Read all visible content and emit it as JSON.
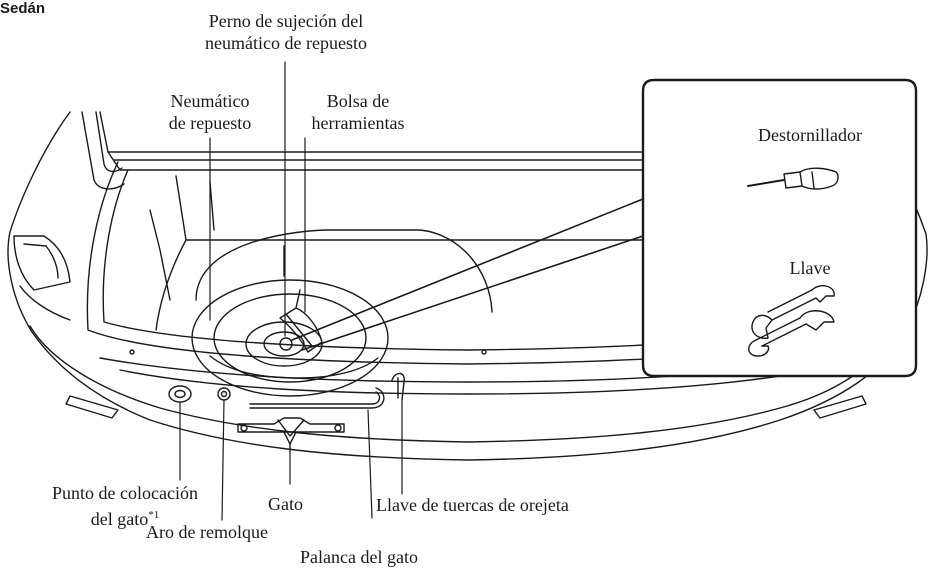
{
  "section_title": "Sedán",
  "labels": {
    "spare_bolt": [
      "Perno de sujeción del",
      "neumático de repuesto"
    ],
    "spare_tire": [
      "Neumático",
      "de repuesto"
    ],
    "tool_bag": [
      "Bolsa de",
      "herramientas"
    ],
    "screwdriver": "Destornillador",
    "wrench": "Llave",
    "jack_point": [
      "Punto de colocación",
      "del gato"
    ],
    "jack_point_note": "*1",
    "tow_hook": "Aro de remolque",
    "jack": "Gato",
    "jack_lever": "Palanca del gato",
    "lug_wrench": "Llave de tuercas de orejeta"
  },
  "colors": {
    "line": "#1a1a1a",
    "background": "#ffffff"
  }
}
